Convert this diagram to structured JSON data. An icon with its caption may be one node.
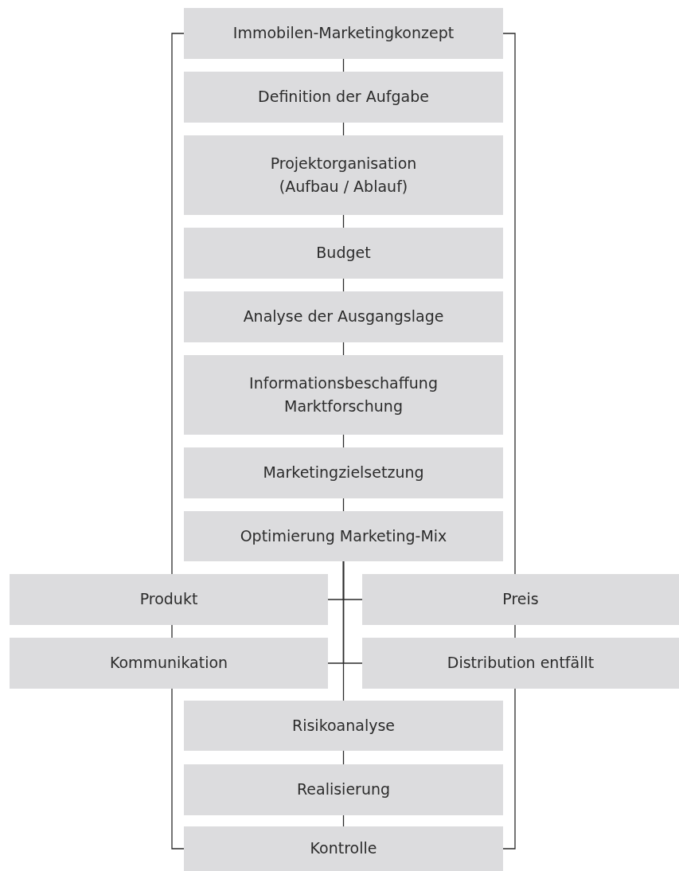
{
  "diagram": {
    "nodes": [
      {
        "text": [
          "Immobilen-Marketingkonzept"
        ]
      },
      {
        "text": [
          "Definition der Aufgabe"
        ]
      },
      {
        "text": [
          "Projektorganisation (Aufbau / Ablauf)"
        ]
      },
      {
        "text": [
          "Budget"
        ]
      },
      {
        "text": [
          "Analyse der Ausgangslage"
        ]
      },
      {
        "text": [
          "Informationsbeschaffung Marktforschung"
        ]
      },
      {
        "text": [
          "Marketingzielsetzung"
        ]
      },
      {
        "text": [
          "Optimierung Marketing-Mix"
        ]
      },
      {
        "text": [
          "Produkt"
        ]
      },
      {
        "text": [
          "Preis"
        ]
      },
      {
        "text": [
          "Kommunikation"
        ]
      },
      {
        "text": [
          "Distribution entfällt"
        ]
      },
      {
        "text": [
          "Risikoanalyse"
        ]
      },
      {
        "text": [
          "Realisierung"
        ]
      },
      {
        "text": [
          "Kontrolle"
        ]
      }
    ],
    "edges": [
      {
        "from": 0,
        "to": 1,
        "arrow": "none"
      },
      {
        "from": 1,
        "to": 2,
        "arrow": "none"
      },
      {
        "from": 2,
        "to": 3,
        "arrow": "none"
      },
      {
        "from": 3,
        "to": 4,
        "arrow": "none"
      },
      {
        "from": 4,
        "to": 5,
        "arrow": "none"
      },
      {
        "from": 5,
        "to": 6,
        "arrow": "none"
      },
      {
        "from": 6,
        "to": 7,
        "arrow": "none"
      },
      {
        "from": 7,
        "to": 8,
        "arrow": "none"
      },
      {
        "from": 7,
        "to": 9,
        "arrow": "none"
      },
      {
        "from": 7,
        "to": 10,
        "arrow": "none"
      },
      {
        "from": 7,
        "to": 11,
        "arrow": "none"
      },
      {
        "from": 7,
        "to": 12,
        "arrow": "none"
      },
      {
        "from": 12,
        "to": 13,
        "arrow": "none"
      },
      {
        "from": 13,
        "to": 14,
        "arrow": "none"
      },
      {
        "from": 0,
        "to": 8,
        "arrow": "none"
      },
      {
        "from": 8,
        "to": 10,
        "arrow": "none"
      },
      {
        "from": 10,
        "to": 14,
        "arrow": "none"
      },
      {
        "from": 0,
        "to": 9,
        "arrow": "none"
      },
      {
        "from": 9,
        "to": 11,
        "arrow": "none"
      },
      {
        "from": 11,
        "to": 14,
        "arrow": "none"
      }
    ]
  }
}
